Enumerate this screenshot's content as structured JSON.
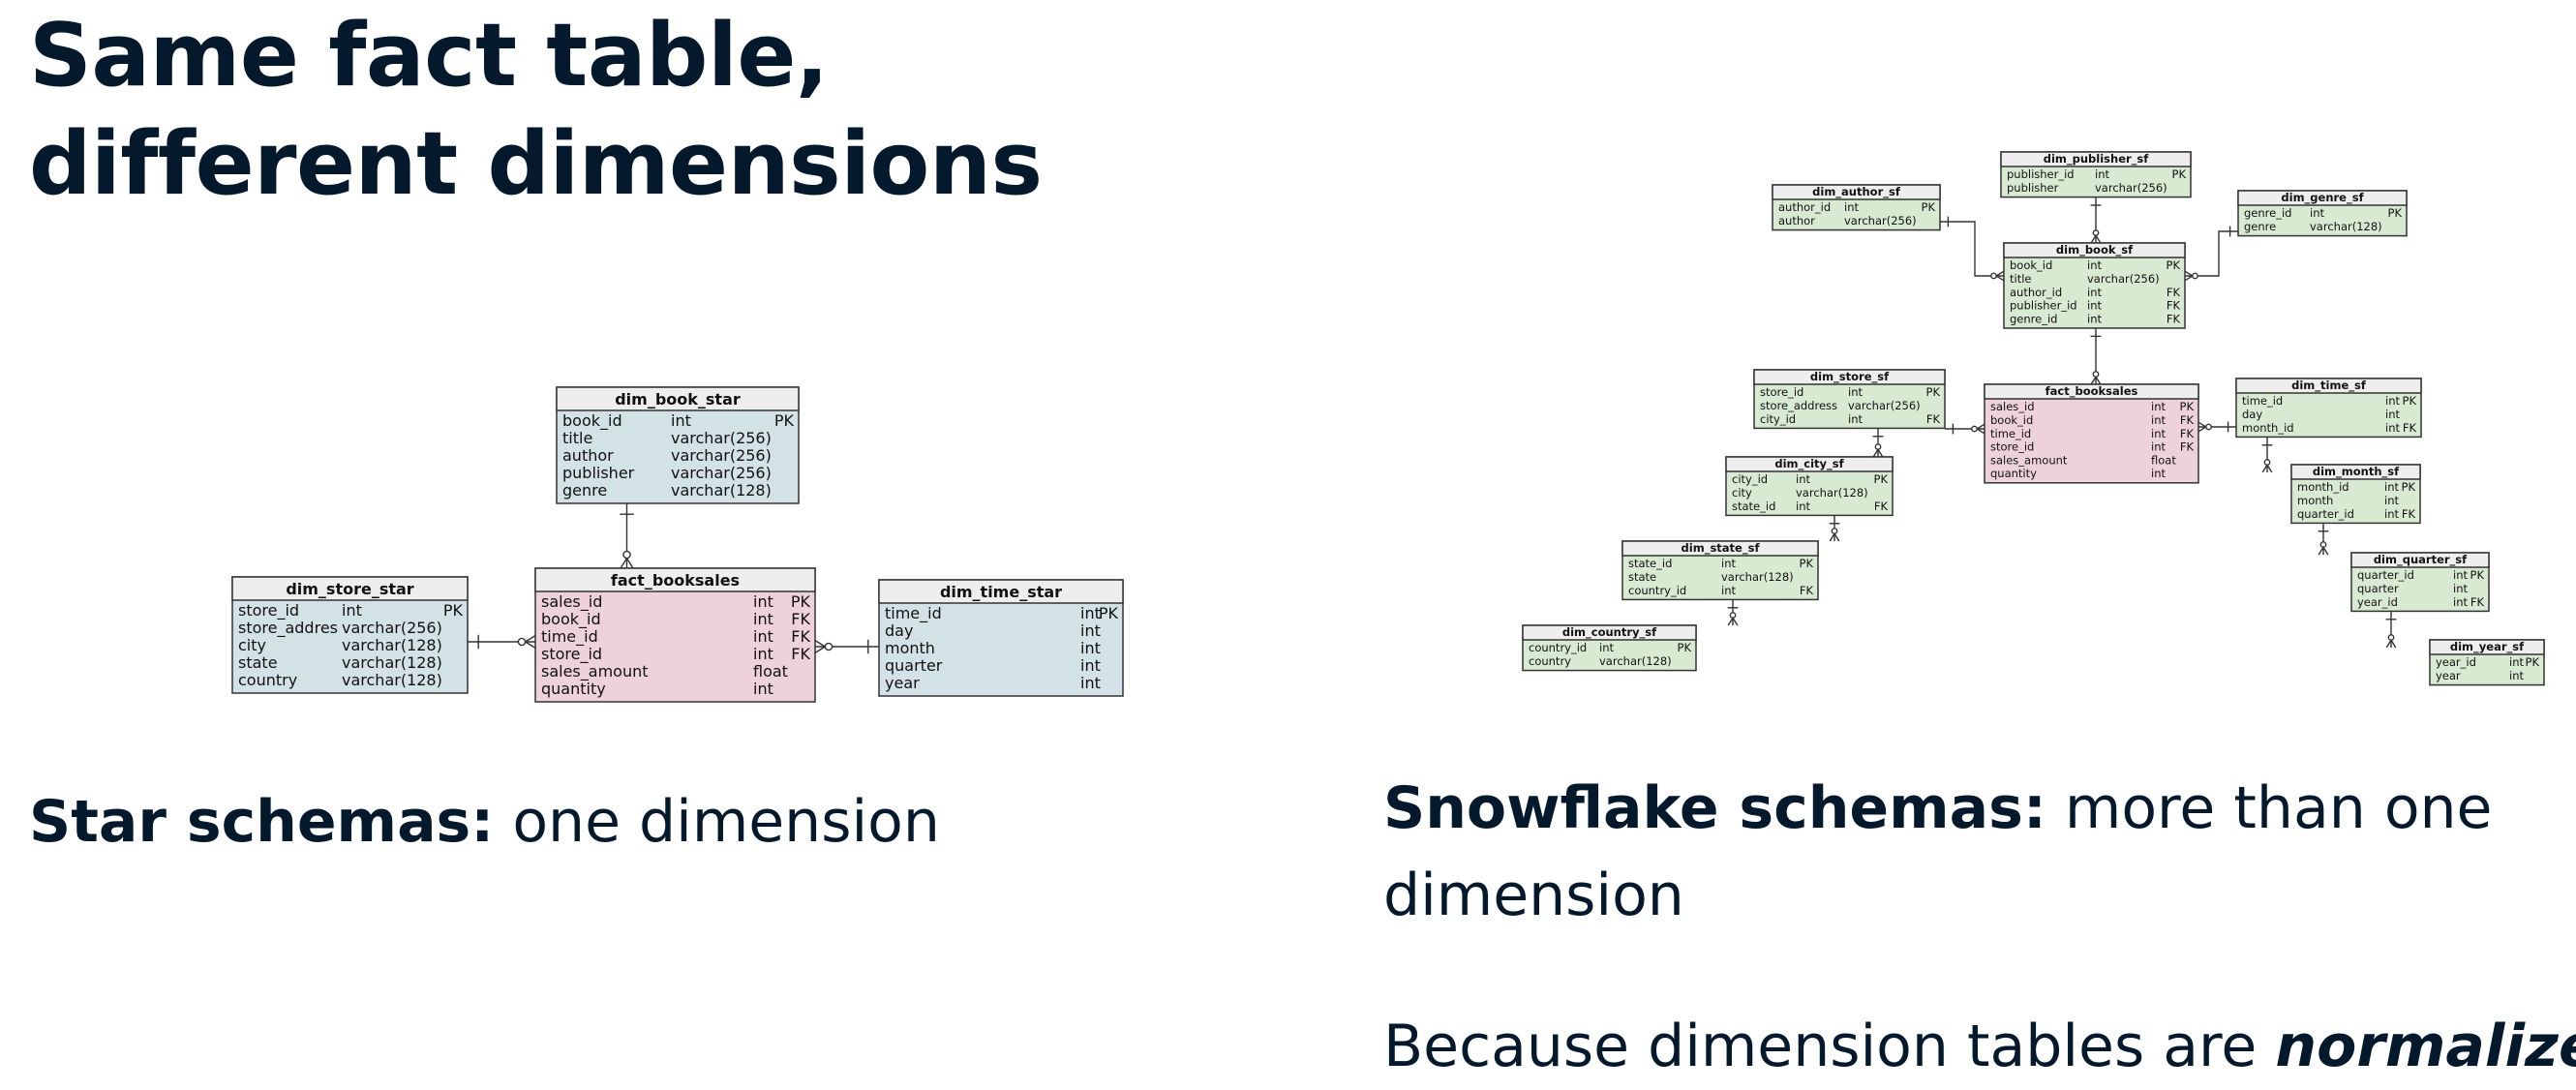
{
  "page": {
    "title": "Same fact table, different dimensions",
    "star_caption": {
      "bold": "Star schemas:",
      "rest": " one dimension"
    },
    "snow_caption": {
      "bold": "Snowflake schemas:",
      "rest": " more than one dimension"
    },
    "norm_caption": {
      "rest": "Because dimension tables are ",
      "emph": "normalized"
    }
  },
  "colors": {
    "dim_star": "#d3e2e6",
    "dim_sf": "#d8ead2",
    "fact": "#edd2dc",
    "header": "#eeeeee",
    "line": "#333333"
  },
  "star": {
    "tables": [
      {
        "name": "dim_book_star",
        "kind": "dim",
        "rows": [
          [
            "book_id",
            "int",
            "PK"
          ],
          [
            "title",
            "varchar(256)",
            ""
          ],
          [
            "author",
            "varchar(256)",
            ""
          ],
          [
            "publisher",
            "varchar(256)",
            ""
          ],
          [
            "genre",
            "varchar(128)",
            ""
          ]
        ]
      },
      {
        "name": "dim_store_star",
        "kind": "dim",
        "rows": [
          [
            "store_id",
            "int",
            "PK"
          ],
          [
            "store_addres",
            "varchar(256)",
            ""
          ],
          [
            "city",
            "varchar(128)",
            ""
          ],
          [
            "state",
            "varchar(128)",
            ""
          ],
          [
            "country",
            "varchar(128)",
            ""
          ]
        ]
      },
      {
        "name": "fact_booksales",
        "kind": "fact",
        "rows": [
          [
            "sales_id",
            "int",
            "PK"
          ],
          [
            "book_id",
            "int",
            "FK"
          ],
          [
            "time_id",
            "int",
            "FK"
          ],
          [
            "store_id",
            "int",
            "FK"
          ],
          [
            "sales_amount",
            "float",
            ""
          ],
          [
            "quantity",
            "int",
            ""
          ]
        ]
      },
      {
        "name": "dim_time_star",
        "kind": "dim",
        "rows": [
          [
            "time_id",
            "int",
            "PK"
          ],
          [
            "day",
            "int",
            ""
          ],
          [
            "month",
            "int",
            ""
          ],
          [
            "quarter",
            "int",
            ""
          ],
          [
            "year",
            "int",
            ""
          ]
        ]
      }
    ]
  },
  "snow": {
    "tables": [
      {
        "name": "dim_publisher_sf",
        "kind": "dim",
        "rows": [
          [
            "publisher_id",
            "int",
            "PK"
          ],
          [
            "publisher",
            "varchar(256)",
            ""
          ]
        ]
      },
      {
        "name": "dim_author_sf",
        "kind": "dim",
        "rows": [
          [
            "author_id",
            "int",
            "PK"
          ],
          [
            "author",
            "varchar(256)",
            ""
          ]
        ]
      },
      {
        "name": "dim_genre_sf",
        "kind": "dim",
        "rows": [
          [
            "genre_id",
            "int",
            "PK"
          ],
          [
            "genre",
            "varchar(128)",
            ""
          ]
        ]
      },
      {
        "name": "dim_book_sf",
        "kind": "dim",
        "rows": [
          [
            "book_id",
            "int",
            "PK"
          ],
          [
            "title",
            "varchar(256)",
            ""
          ],
          [
            "author_id",
            "int",
            "FK"
          ],
          [
            "publisher_id",
            "int",
            "FK"
          ],
          [
            "genre_id",
            "int",
            "FK"
          ]
        ]
      },
      {
        "name": "dim_store_sf",
        "kind": "dim",
        "rows": [
          [
            "store_id",
            "int",
            "PK"
          ],
          [
            "store_address",
            "varchar(256)",
            ""
          ],
          [
            "city_id",
            "int",
            "FK"
          ]
        ]
      },
      {
        "name": "fact_booksales",
        "kind": "fact",
        "rows": [
          [
            "sales_id",
            "int",
            "PK"
          ],
          [
            "book_id",
            "int",
            "FK"
          ],
          [
            "time_id",
            "int",
            "FK"
          ],
          [
            "store_id",
            "int",
            "FK"
          ],
          [
            "sales_amount",
            "float",
            ""
          ],
          [
            "quantity",
            "int",
            ""
          ]
        ]
      },
      {
        "name": "dim_time_sf",
        "kind": "dim",
        "rows": [
          [
            "time_id",
            "int",
            "PK"
          ],
          [
            "day",
            "int",
            ""
          ],
          [
            "month_id",
            "int",
            "FK"
          ]
        ]
      },
      {
        "name": "dim_city_sf",
        "kind": "dim",
        "rows": [
          [
            "city_id",
            "int",
            "PK"
          ],
          [
            "city",
            "varchar(128)",
            ""
          ],
          [
            "state_id",
            "int",
            "FK"
          ]
        ]
      },
      {
        "name": "dim_month_sf",
        "kind": "dim",
        "rows": [
          [
            "month_id",
            "int",
            "PK"
          ],
          [
            "month",
            "int",
            ""
          ],
          [
            "quarter_id",
            "int",
            "FK"
          ]
        ]
      },
      {
        "name": "dim_state_sf",
        "kind": "dim",
        "rows": [
          [
            "state_id",
            "int",
            "PK"
          ],
          [
            "state",
            "varchar(128)",
            ""
          ],
          [
            "country_id",
            "int",
            "FK"
          ]
        ]
      },
      {
        "name": "dim_quarter_sf",
        "kind": "dim",
        "rows": [
          [
            "quarter_id",
            "int",
            "PK"
          ],
          [
            "quarter",
            "int",
            ""
          ],
          [
            "year_id",
            "int",
            "FK"
          ]
        ]
      },
      {
        "name": "dim_country_sf",
        "kind": "dim",
        "rows": [
          [
            "country_id",
            "int",
            "PK"
          ],
          [
            "country",
            "varchar(128)",
            ""
          ]
        ]
      },
      {
        "name": "dim_year_sf",
        "kind": "dim",
        "rows": [
          [
            "year_id",
            "int",
            "PK"
          ],
          [
            "year",
            "int",
            ""
          ]
        ]
      }
    ]
  }
}
